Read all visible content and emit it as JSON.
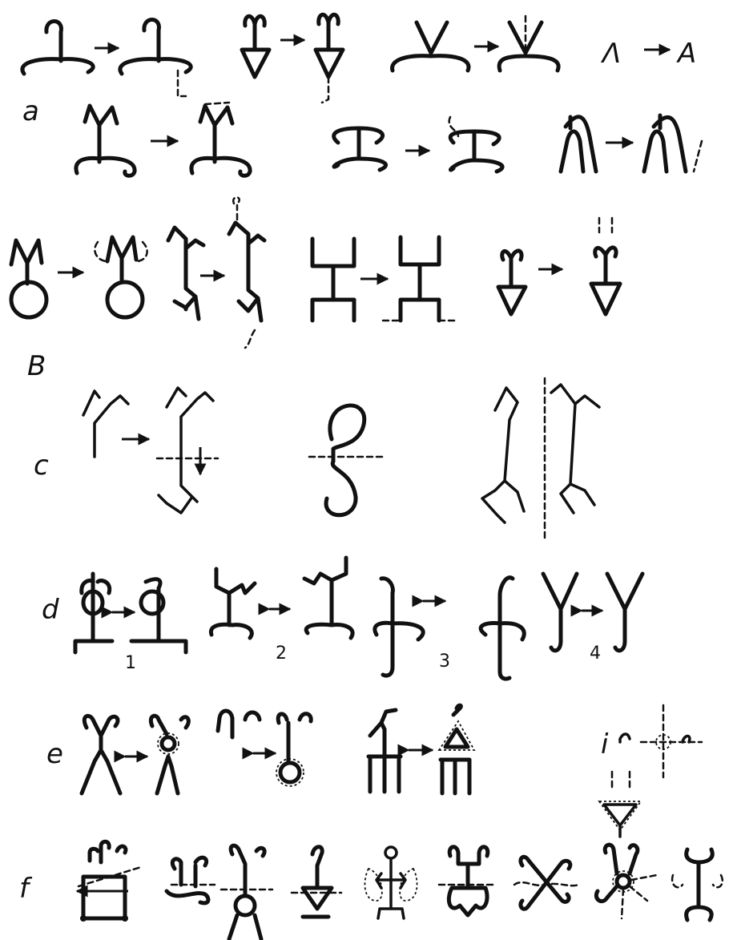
{
  "rows": [
    {
      "id": "a",
      "label": "a"
    },
    {
      "id": "b",
      "label": "B"
    },
    {
      "id": "c",
      "label": "c"
    },
    {
      "id": "d",
      "label": "d",
      "numbers": [
        "1",
        "2",
        "3",
        "4"
      ]
    },
    {
      "id": "e",
      "label": "e",
      "extra_label": "i"
    },
    {
      "id": "f",
      "label": "f"
    }
  ],
  "symbols": {
    "letter_lambda": "Λ",
    "letter_a": "A"
  }
}
